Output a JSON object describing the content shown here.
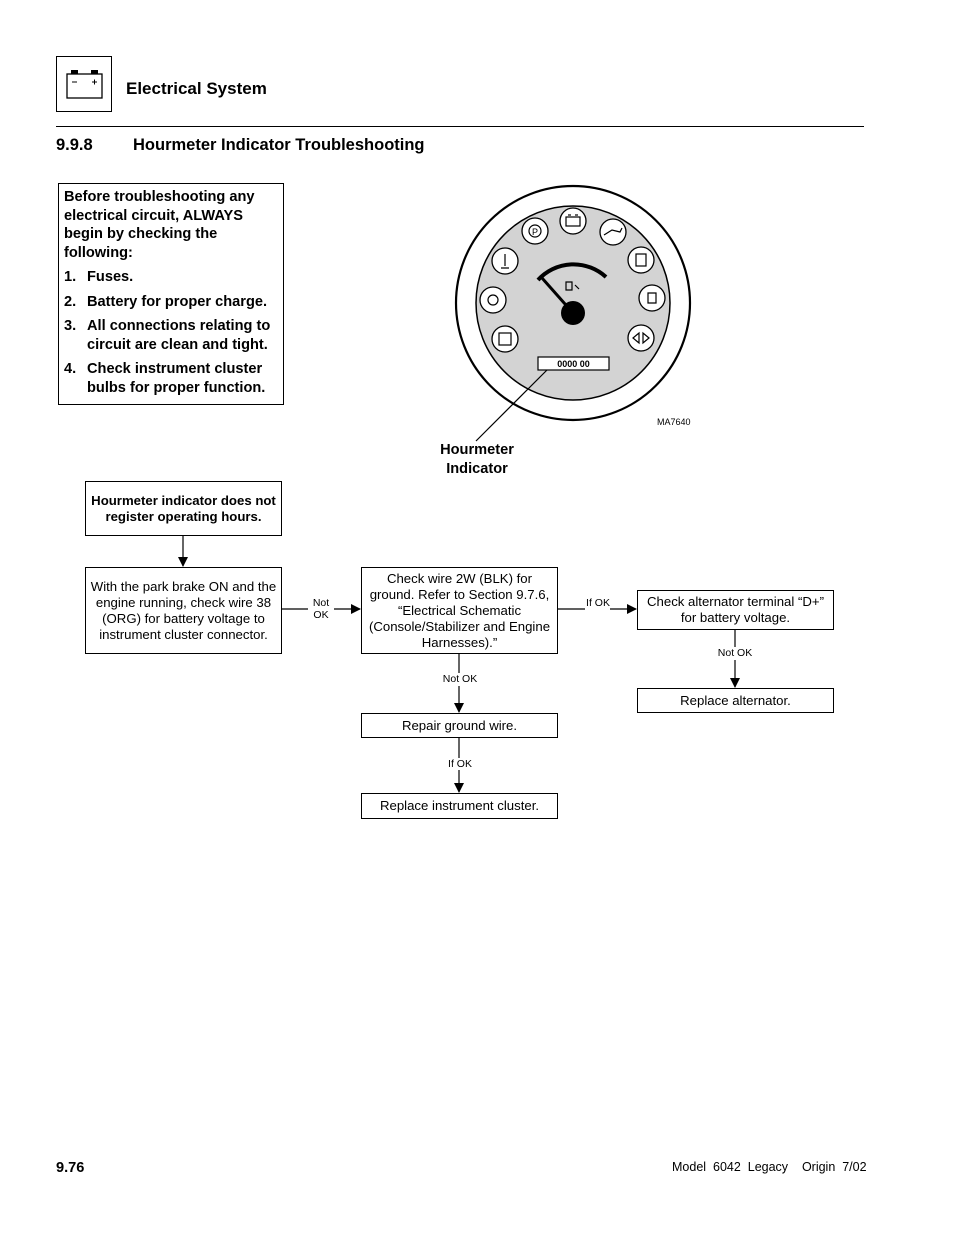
{
  "header": {
    "section_title": "Electrical System",
    "icon": "battery-icon"
  },
  "heading": {
    "number": "9.9.8",
    "title": "Hourmeter Indicator Troubleshooting"
  },
  "note": {
    "intro": "Before troubleshooting any electrical circuit, ALWAYS begin by checking the following:",
    "items": [
      {
        "num": "1.",
        "text": "Fuses."
      },
      {
        "num": "2.",
        "text": "Battery for proper charge."
      },
      {
        "num": "3.",
        "text": "All connections relating to circuit are clean and tight."
      },
      {
        "num": "4.",
        "text": "Check instrument cluster bulbs for proper function."
      }
    ]
  },
  "figure": {
    "hourmeter_reading": "0000 00",
    "figure_code": "MA7640",
    "caption": "Hourmeter Indicator",
    "icons": [
      "park-brake-icon",
      "battery-icon",
      "oil-pressure-icon",
      "coolant-temp-icon",
      "fuel-icon",
      "transmission-temp-icon",
      "lights-icon",
      "engine-filter-icon",
      "turn-signal-icon",
      "fuel-pump-icon"
    ]
  },
  "flowchart": {
    "start": "Hourmeter indicator does not register operating hours.",
    "step1": "With the park brake ON and the engine running, check wire 38 (ORG) for battery voltage to instrument cluster connector.",
    "step2": "Check wire 2W (BLK) for ground. Refer to Section 9.7.6, “Electrical Schematic (Console/Stabilizer and Engine Harnesses).”",
    "step3": "Check alternator terminal “D+” for battery voltage.",
    "step4": "Replace alternator.",
    "step5": "Repair ground wire.",
    "step6": "Replace instrument cluster.",
    "label_not_ok_1": "Not OK",
    "label_if_ok_1": "If OK",
    "label_not_ok_2": "Not OK",
    "label_not_ok_3": "Not OK",
    "label_if_ok_2": "If OK"
  },
  "footer": {
    "page": "9.76",
    "info": "Model  6042  Legacy    Origin  7/02"
  }
}
